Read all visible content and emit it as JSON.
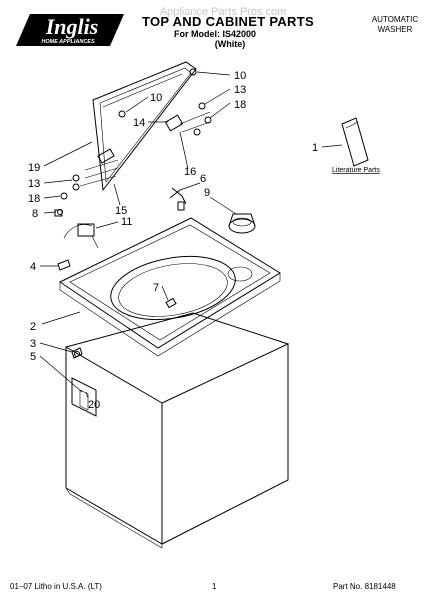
{
  "header": {
    "brand": "Inglis",
    "brand_tagline": "HOME APPLIANCES",
    "title": "TOP AND CABINET PARTS",
    "model_line": "For Model: IS42000",
    "color_line": "(White)",
    "product_type": [
      "AUTOMATIC",
      "WASHER"
    ],
    "watermark": "Appliance Parts Pros.com"
  },
  "literature": {
    "callout": "1",
    "label": "Literature Parts"
  },
  "callouts": {
    "c2": "2",
    "c3": "3",
    "c4": "4",
    "c5": "5",
    "c6": "6",
    "c7": "7",
    "c8": "8",
    "c9": "9",
    "c10a": "10",
    "c10b": "10",
    "c11": "11",
    "c13a": "13",
    "c13b": "13",
    "c14": "14",
    "c15": "15",
    "c16": "16",
    "c18a": "18",
    "c18b": "18",
    "c19": "19",
    "c20": "20"
  },
  "footer": {
    "left": "01–07 Litho in U.S.A. (LT)",
    "page": "1",
    "part_no": "Part No. 8181448"
  }
}
